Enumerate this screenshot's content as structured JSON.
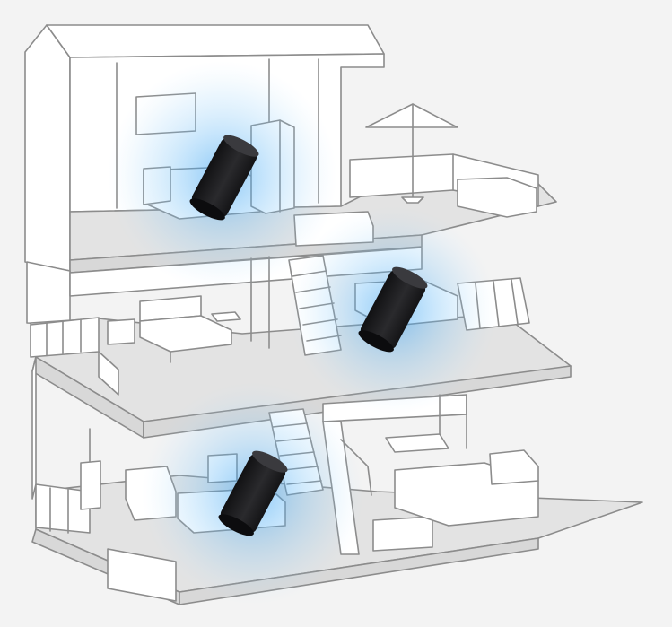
{
  "image": {
    "background": "#f3f3f3",
    "line_color": "#8c8c8c",
    "signal_color": "#2f9cf0",
    "device_color": "#1d1d1f"
  },
  "devices": [
    {
      "name": "mesh-router-top-floor",
      "icon": "cylinder-router-icon"
    },
    {
      "name": "mesh-router-middle-floor",
      "icon": "cylinder-router-icon"
    },
    {
      "name": "mesh-router-ground-floor",
      "icon": "cylinder-router-icon"
    }
  ]
}
